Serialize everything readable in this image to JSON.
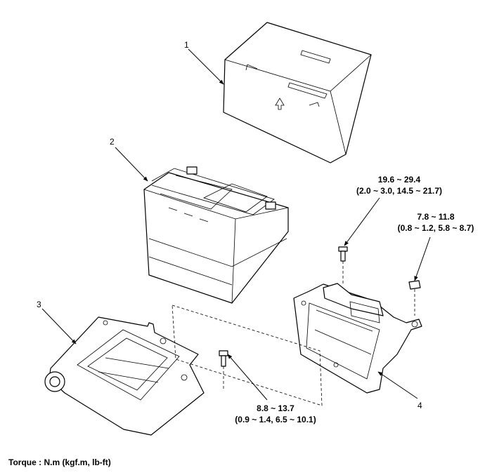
{
  "callouts": [
    {
      "id": "1"
    },
    {
      "id": "2"
    },
    {
      "id": "3"
    },
    {
      "id": "4"
    }
  ],
  "torques": [
    {
      "metric": "19.6 ~ 29.4",
      "conversions": "(2.0 ~ 3.0, 14.5 ~ 21.7)"
    },
    {
      "metric": "7.8 ~ 11.8",
      "conversions": "(0.8 ~ 1.2, 5.8 ~ 8.7)"
    },
    {
      "metric": "8.8 ~ 13.7",
      "conversions": "(0.9 ~ 1.4, 6.5 ~ 10.1)"
    }
  ],
  "torque_unit_note": "Torque : N.m (kgf.m, lb-ft)"
}
